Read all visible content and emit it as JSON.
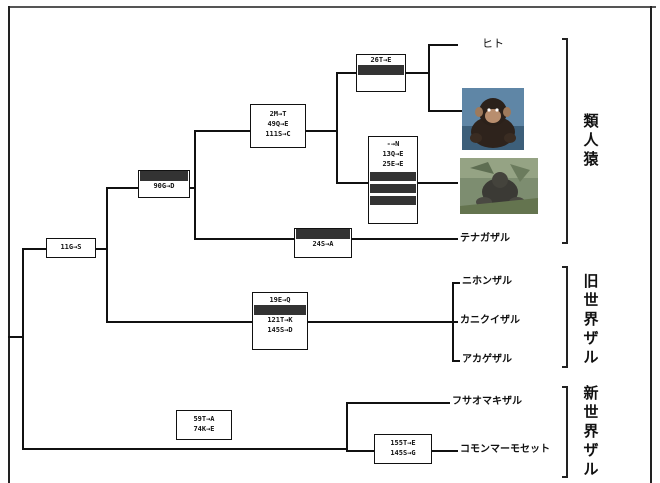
{
  "tree": {
    "nodes": {
      "root": [
        "11G→S"
      ],
      "apes": [
        "",
        "90G→D"
      ],
      "great_apes": [
        "2M→T",
        "49Q→E",
        "111S→C"
      ],
      "gibbon": [
        "",
        "24S→A"
      ],
      "human_chimp": [
        "26T→E",
        ""
      ],
      "gorilla_branch": [
        "-→N",
        "13Q→E",
        "25E→E",
        "",
        "",
        ""
      ],
      "old_world": [
        "19E→Q",
        "",
        "121T→K",
        "145S→D"
      ],
      "new_world": [
        "59T→A",
        "74K→E"
      ],
      "marmoset": [
        "155T→E",
        "145S→G"
      ]
    },
    "leaves": {
      "human": "ヒト",
      "gibbon": "テナガザル",
      "japanese_macaque": "ニホンザル",
      "crab_eating_macaque": "カニクイザル",
      "rhesus": "アカゲザル",
      "capuchin": "フサオマキザル",
      "marmoset": "コモンマーモセット"
    },
    "groups": {
      "great_apes": "類人猿",
      "old_world_monkeys": "旧世界ザル",
      "new_world_monkeys": "新世界ザル"
    },
    "photos": {
      "chimp": "chimpanzee-photo",
      "gorilla": "gorilla-photo"
    }
  }
}
